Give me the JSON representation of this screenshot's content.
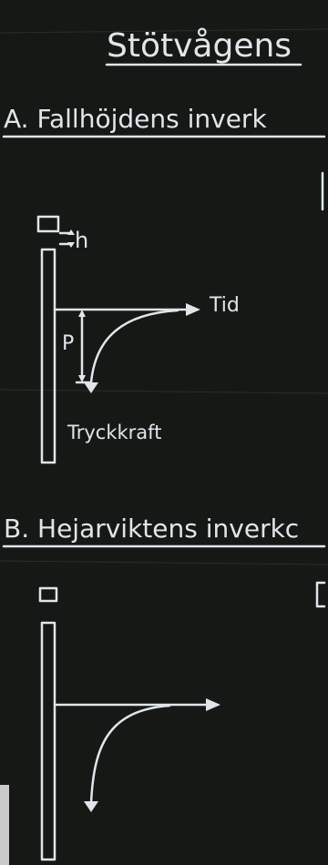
{
  "diagram": {
    "title": "Stötvågens",
    "section_a": {
      "heading": "A. Fallhöjdens inverk",
      "label_h": "h",
      "label_p": "P",
      "label_tid": "Tid",
      "label_force": "Tryckkraft"
    },
    "section_b": {
      "heading": "B. Hejarviktens inverkc"
    }
  },
  "colors": {
    "board": "#161816",
    "chalk": "#dfe6ea"
  }
}
